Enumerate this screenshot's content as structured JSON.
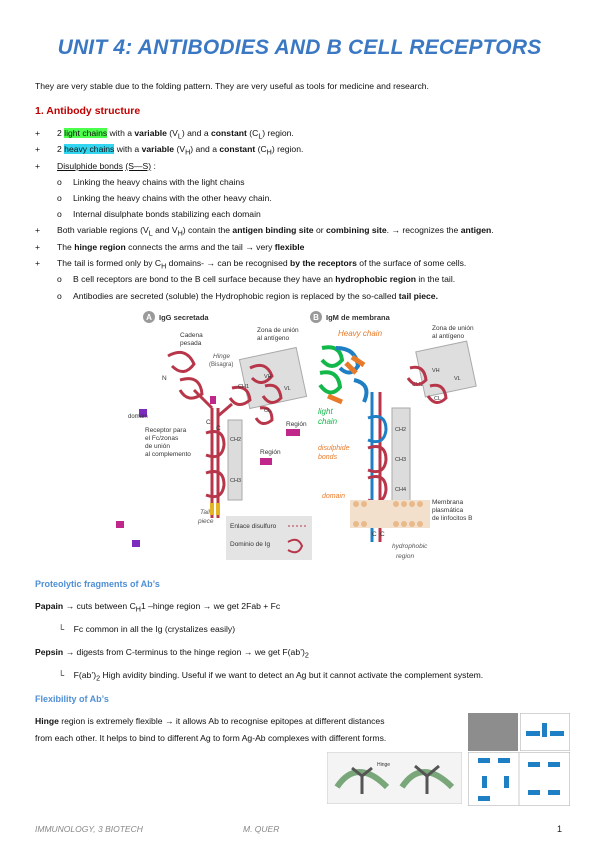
{
  "title": "UNIT 4: ANTIBODIES AND B CELL RECEPTORS",
  "intro": "They are very stable due to the folding pattern. They are very useful as tools for medicine and research.",
  "section1": {
    "heading": "1.   Antibody structure",
    "bullet": "+",
    "sub_bullet": "o",
    "items": [
      {
        "pre": "2 ",
        "hl": "light chains",
        "post": " with a ",
        "b1": "variable",
        "mid": " (V",
        "s1": "L",
        "mid2": ") and a ",
        "b2": "constant",
        "mid3": " (C",
        "s2": "L",
        "end": ") region."
      },
      {
        "pre": "2 ",
        "hl": "heavy chains",
        "post": " with a ",
        "b1": "variable",
        "mid": " (V",
        "s1": "H",
        "mid2": ") and a ",
        "b2": "constant",
        "mid3": " (C",
        "s2": "H",
        "end": ") region."
      }
    ],
    "disulphide_label": "Disulphide bonds",
    "disulphide_symbol": "(S—S)",
    "disulphide_colon": " :",
    "disulphide_sub": [
      "Linking the heavy chains with the light chains",
      "Linking the heavy chains with the other heavy chain.",
      "Internal disulphate bonds stabilizing each domain"
    ],
    "variable_line": {
      "a": "Both variable regions (V",
      "s1": "L",
      "b": " and V",
      "s2": "H",
      "c": ") contain the ",
      "bold1": "antigen binding site",
      "d": " or ",
      "bold2": "combining site",
      "e": ". → recognizes the ",
      "bold3": "antigen",
      "f": "."
    },
    "hinge_line": {
      "a": "The ",
      "bold1": "hinge region",
      "b": " connects the arms and the tail → very ",
      "bold2": "flexible"
    },
    "tail_line": {
      "a": "The tail is formed only by C",
      "s1": "H",
      "b": " domains- → can be recognised ",
      "bold1": "by the receptors",
      "c": " of the surface of some cells."
    },
    "tail_sub": [
      {
        "a": "B cell receptors are bond to the B cell surface because they have an ",
        "bold": "hydrophobic region",
        "b": " in the tail."
      },
      {
        "a": "Antibodies are secreted (soluble) the Hydrophobic region is replaced by the so-called ",
        "bold": "tail piece.",
        "b": ""
      }
    ]
  },
  "figure": {
    "panelA_letter": "A",
    "panelA_title": "IgG secretada",
    "panelB_letter": "B",
    "panelB_title": "IgM de membrana",
    "labels": {
      "cadena": "Cadena",
      "pesada": "pesada",
      "hinge_hand": "Hinge",
      "bisagra": "(Bisagra)",
      "zona1": "Zona de unión",
      "antigeno1": "al antígeno",
      "receptor1": "Receptor para",
      "receptor2": "el Fc/zonas",
      "receptor3": "de unión",
      "receptor4": "al complemento",
      "region1": "Región",
      "region2": "Región",
      "tail": "Tail",
      "piece": "piece",
      "enlace": "Enlace disulfuro",
      "dominio": "Dominio de Ig",
      "zona2": "Zona de unión",
      "antigeno2": "al antígeno",
      "heavy_chain": "Heavy chain",
      "light": "light",
      "chain": "chain",
      "disulphide": "disulphide",
      "bonds": "bonds",
      "domain": "domain",
      "membrana": "Membrana",
      "plasmatica": "plasmática",
      "linfocitos": "de linfocitos B",
      "hydrophobic": "hydrophobic",
      "region": "region",
      "vh": "VH",
      "vl": "VL",
      "ch1": "CH1",
      "cl": "CL",
      "ch2": "CH2",
      "ch3": "CH3",
      "ch4": "CH4",
      "n": "N",
      "c": "C"
    }
  },
  "proteolytic": {
    "heading": "Proteolytic fragments of Ab’s",
    "papain_bold": "Papain",
    "papain_a": " → cuts between C",
    "papain_sub": "H",
    "papain_b": "1 –hinge region → we get 2Fab + Fc",
    "papain_note_mark": "└",
    "papain_note": "Fc common in all the Ig (crystalizes easily)",
    "pepsin_bold": "Pepsin",
    "pepsin_a": " → digests from C-terminus to the hinge region → we get F(ab’)",
    "pepsin_sub": "2",
    "pepsin_note_mark": "└",
    "pepsin_note_a": "F(ab’)",
    "pepsin_note_sub": "2",
    "pepsin_note_b": " High avidity binding. Useful if we want to detect an Ag but it cannot activate the complement system."
  },
  "flexibility": {
    "heading": "Flexibility of Ab’s",
    "p1_bold": "Hinge",
    "p1": " region is extremely flexible → it allows Ab to recognise epitopes at different distances",
    "p2": "from each other. It helps to bind to different Ag to form Ag-Ab complexes with different forms.",
    "hinge_small": "Hinge"
  },
  "footer": {
    "course": "IMMUNOLOGY, 3 BIOTECH",
    "author": "M. QUER",
    "page": "1"
  },
  "colors": {
    "title": "#3b78c4",
    "section": "#c00000",
    "subheading": "#4f8fd4",
    "chain_red": "#b8364a",
    "chain_blue": "#1f7fc4",
    "highlight_green": "#4dff4d",
    "highlight_cyan": "#33d6f0"
  }
}
